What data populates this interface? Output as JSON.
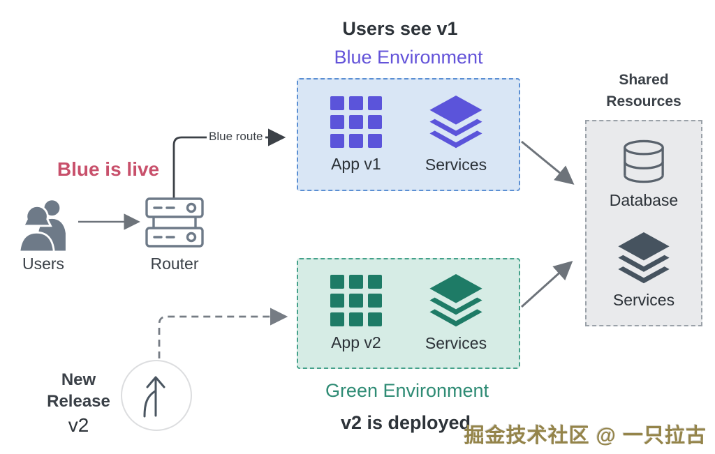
{
  "titles": {
    "top": "Users see v1",
    "blue_env": "Blue Environment",
    "green_env": "Green Environment",
    "bottom": "v2 is deployed",
    "shared_line1": "Shared",
    "shared_line2": "Resources"
  },
  "status": {
    "blue_live": "Blue is live"
  },
  "actors": {
    "users": "Users",
    "router": "Router"
  },
  "routes": {
    "blue_route": "Blue route"
  },
  "blue_box": {
    "app": "App v1",
    "services": "Services"
  },
  "green_box": {
    "app": "App v2",
    "services": "Services"
  },
  "shared_box": {
    "database": "Database",
    "services": "Services"
  },
  "release": {
    "line1": "New",
    "line2": "Release",
    "version": "v2"
  },
  "watermark": "掘金技术社区 @ 一只拉古",
  "icons": {
    "app_v1": "grid-icon",
    "app_v2": "grid-icon",
    "services_blue": "layers-icon",
    "services_green": "layers-icon",
    "services_shared": "layers-icon",
    "database": "database-cylinder-icon",
    "users": "people-icon",
    "router": "router-icon",
    "new_release": "git-merge-icon"
  },
  "colors": {
    "purple": "#5b54da",
    "purple-text": "#6353d9",
    "blue-bg": "#d9e6f5",
    "blue-border": "#5b8fd3",
    "green": "#1e7b66",
    "green-text": "#2e8b74",
    "green-bg": "#d6ece5",
    "green-border": "#44a18a",
    "shared-bg": "#e9eaec",
    "shared-border": "#9aa1a8",
    "dark-icon": "#46535f",
    "db-outline": "#59626c",
    "text-dark": "#2d3339",
    "red": "#c8506b",
    "gray-icon": "#6e7a88",
    "arrow-gray": "#6d737a",
    "arrow-dark": "#3c4147",
    "watermark-gold": "#94844a"
  }
}
